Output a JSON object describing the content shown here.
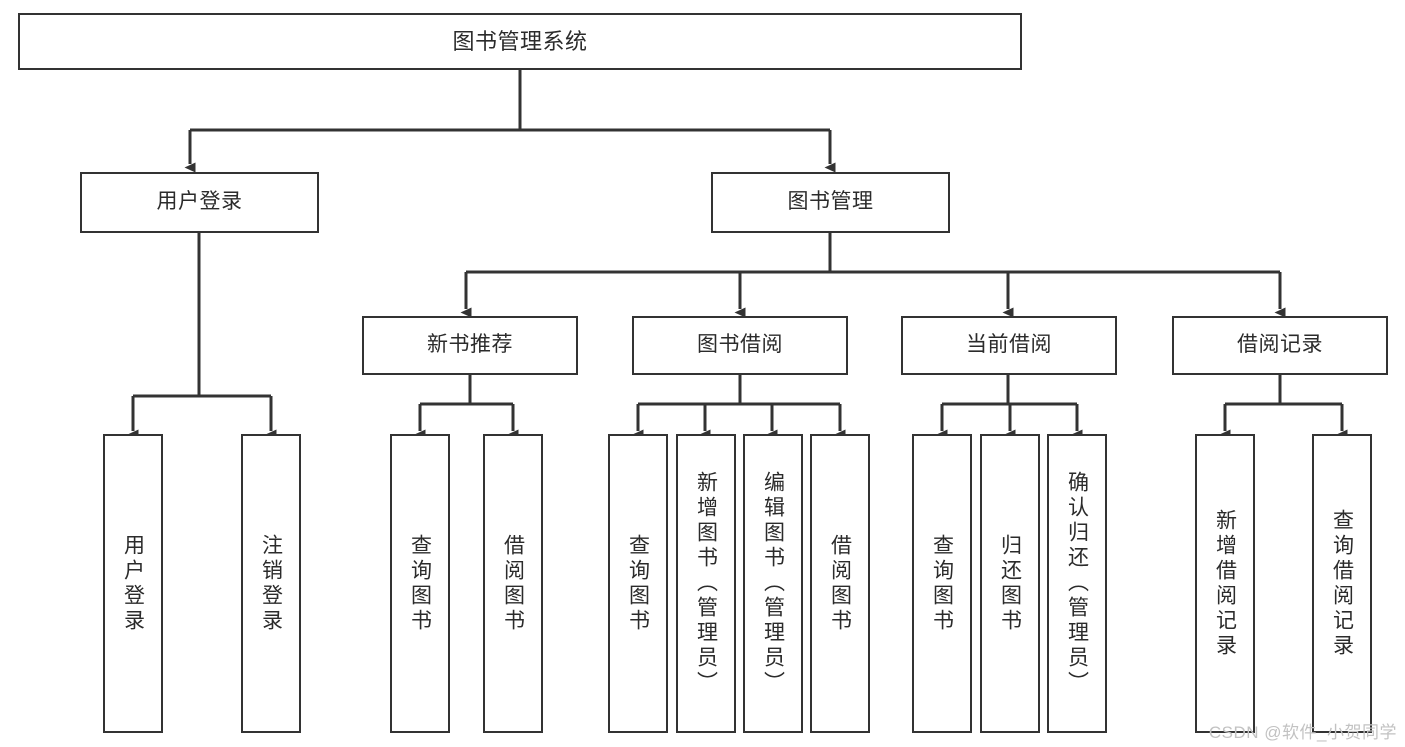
{
  "diagram": {
    "title": "图书管理系统",
    "type": "tree",
    "colors": {
      "background": "#ffffff",
      "node_border": "#333333",
      "node_fill": "#ffffff",
      "text": "#2b2b2b",
      "edge": "#333333",
      "watermark": "#c2c2c2"
    },
    "root": {
      "label": "图书管理系统"
    },
    "level2": [
      {
        "label": "用户登录"
      },
      {
        "label": "图书管理"
      }
    ],
    "level3": [
      {
        "label": "新书推荐"
      },
      {
        "label": "图书借阅"
      },
      {
        "label": "当前借阅"
      },
      {
        "label": "借阅记录"
      }
    ],
    "leaves": {
      "user_login": [
        {
          "label": "用户登录"
        },
        {
          "label": "注销登录"
        }
      ],
      "new_book": [
        {
          "label": "查询图书"
        },
        {
          "label": "借阅图书"
        }
      ],
      "borrow_book": [
        {
          "label": "查询图书"
        },
        {
          "label": "新增图书（管理员）"
        },
        {
          "label": "编辑图书（管理员）"
        },
        {
          "label": "借阅图书"
        }
      ],
      "current_borrow": [
        {
          "label": "查询图书"
        },
        {
          "label": "归还图书"
        },
        {
          "label": "确认归还（管理员）"
        }
      ],
      "borrow_record": [
        {
          "label": "新增借阅记录"
        },
        {
          "label": "查询借阅记录"
        }
      ]
    },
    "watermark": "CSDN @软件_小贺同学"
  }
}
